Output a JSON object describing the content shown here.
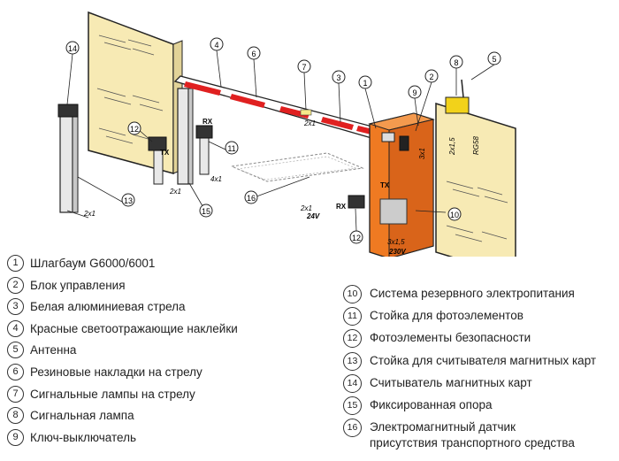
{
  "legend_left": [
    {
      "num": "1",
      "label": "Шлагбаум G6000/6001"
    },
    {
      "num": "2",
      "label": "Блок управления"
    },
    {
      "num": "3",
      "label": "Белая алюминиевая стрела"
    },
    {
      "num": "4",
      "label": "Красные светоотражающие наклейки"
    },
    {
      "num": "5",
      "label": "Антенна"
    },
    {
      "num": "6",
      "label": "Резиновые накладки на стрелу"
    },
    {
      "num": "7",
      "label": "Сигнальные лампы на стрелу"
    },
    {
      "num": "8",
      "label": "Сигнальная лампа"
    },
    {
      "num": "9",
      "label": "Ключ-выключатель"
    }
  ],
  "legend_right": [
    {
      "num": "10",
      "label": "Система резервного электропитания"
    },
    {
      "num": "11",
      "label": "Стойка для фотоэлементов"
    },
    {
      "num": "12",
      "label": "Фотоэлементы безопасности"
    },
    {
      "num": "13",
      "label": "Стойка для считывателя магнитных карт"
    },
    {
      "num": "14",
      "label": "Считыватель магнитных карт"
    },
    {
      "num": "15",
      "label": "Фиксированная опора"
    },
    {
      "num": "16",
      "label": "Электромагнитный датчик",
      "label2": "присутствия транспортного средства"
    }
  ],
  "callouts": [
    "1",
    "2",
    "3",
    "4",
    "5",
    "6",
    "7",
    "8",
    "9",
    "10",
    "11",
    "12",
    "13",
    "14",
    "15",
    "16"
  ],
  "cable_labels": {
    "c2x1_left": "2x1",
    "c2x1_fixed": "2x1",
    "c4x1": "4x1",
    "c2x1_boom": "2x1",
    "c2x1_24v": "2x1",
    "v24": "24V",
    "c3x1": "3x1",
    "c3x15": "3x1,5",
    "v230": "230V",
    "c2x15": "2x1,5",
    "rg58": "RG58"
  },
  "device_labels": {
    "tx_left": "TX",
    "rx_left": "RX",
    "tx_right": "TX",
    "rx_right": "RX"
  },
  "colors": {
    "wall": "#f7eab4",
    "cabinet": "#ef7a22",
    "boom_red": "#e02020",
    "lamp": "#f2d21a"
  }
}
